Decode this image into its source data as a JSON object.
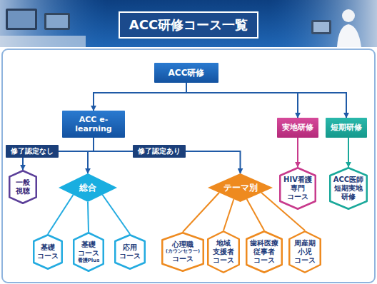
{
  "diagram": {
    "title": "ACC研修コース一覧",
    "nodes": [
      {
        "text": [
          "ACC研修"
        ]
      },
      {
        "text": [
          "ACC e-learning"
        ]
      },
      {
        "text": [
          "実地研修"
        ]
      },
      {
        "text": [
          "短期研修"
        ]
      },
      {
        "text": [
          "修了認定なし"
        ]
      },
      {
        "text": [
          "修了認定あり"
        ]
      },
      {
        "text": [
          "一般 視聴"
        ]
      },
      {
        "text": [
          "総合"
        ]
      },
      {
        "text": [
          "テーマ別"
        ]
      },
      {
        "text": [
          "HIV看護 専門 コース"
        ]
      },
      {
        "text": [
          "ACC医師 短期実地 研修"
        ]
      },
      {
        "text": [
          "基礎 コース"
        ]
      },
      {
        "text": [
          "基礎 コース",
          "看護Plus"
        ]
      },
      {
        "text": [
          "応用 コース"
        ]
      },
      {
        "text": [
          "心理職",
          "(カウンセラー)",
          "コース"
        ]
      },
      {
        "text": [
          "地域 支援者 コース"
        ]
      },
      {
        "text": [
          "歯科医療 従事者 コース"
        ]
      },
      {
        "text": [
          "周産期 小児 コース"
        ]
      }
    ],
    "edges": [
      {
        "from": 0,
        "to": 1,
        "arrow": "to"
      },
      {
        "from": 0,
        "to": 2,
        "arrow": "to"
      },
      {
        "from": 0,
        "to": 3,
        "arrow": "to"
      },
      {
        "from": 1,
        "to": 4,
        "arrow": "none"
      },
      {
        "from": 1,
        "to": 5,
        "arrow": "none"
      },
      {
        "from": 4,
        "to": 6,
        "arrow": "to"
      },
      {
        "from": 5,
        "to": 7,
        "arrow": "to"
      },
      {
        "from": 5,
        "to": 8,
        "arrow": "to"
      },
      {
        "from": 2,
        "to": 9,
        "arrow": "to"
      },
      {
        "from": 3,
        "to": 10,
        "arrow": "to"
      },
      {
        "from": 7,
        "to": 11,
        "arrow": "none"
      },
      {
        "from": 7,
        "to": 12,
        "arrow": "none"
      },
      {
        "from": 7,
        "to": 13,
        "arrow": "none"
      },
      {
        "from": 8,
        "to": 14,
        "arrow": "none"
      },
      {
        "from": 8,
        "to": 15,
        "arrow": "none"
      },
      {
        "from": 8,
        "to": 16,
        "arrow": "none"
      },
      {
        "from": 8,
        "to": 17,
        "arrow": "none"
      }
    ]
  }
}
